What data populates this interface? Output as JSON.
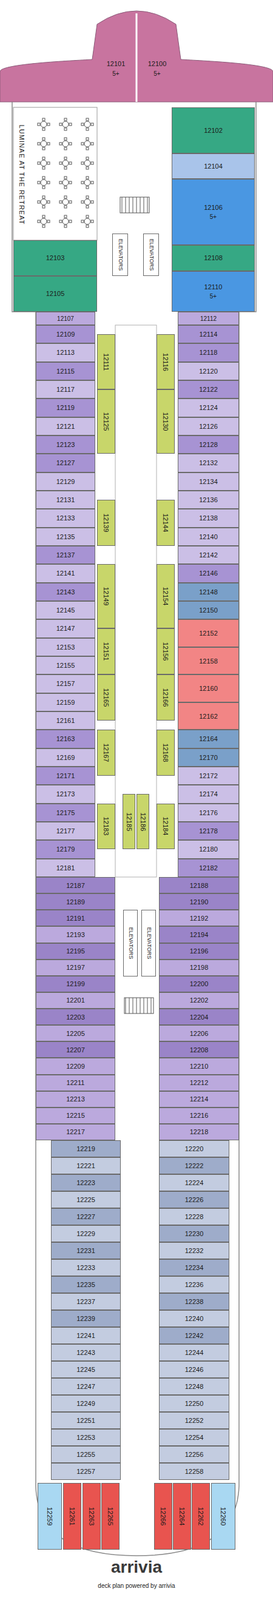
{
  "diagram": {
    "nodes": [
      {
        "text": [
          "12101",
          "5+"
        ]
      },
      {
        "text": [
          "12100",
          "5+"
        ]
      },
      {
        "text": [
          "12102"
        ]
      },
      {
        "text": [
          "12104"
        ]
      },
      {
        "text": [
          "12106",
          "5+"
        ]
      },
      {
        "text": [
          "12108"
        ]
      },
      {
        "text": [
          "12110",
          "5+"
        ]
      },
      {
        "text": [
          "12103"
        ]
      },
      {
        "text": [
          "12105"
        ]
      },
      {
        "text": [
          "ELEVATORS"
        ]
      },
      {
        "text": [
          "ELEVATORS"
        ]
      },
      {
        "text": [
          "12107"
        ]
      },
      {
        "text": [
          "12112"
        ]
      },
      {
        "text": [
          "12109"
        ]
      },
      {
        "text": [
          "12113"
        ]
      },
      {
        "text": [
          "12115"
        ]
      },
      {
        "text": [
          "12117"
        ]
      },
      {
        "text": [
          "12119"
        ]
      },
      {
        "text": [
          "12121"
        ]
      },
      {
        "text": [
          "12123"
        ]
      },
      {
        "text": [
          "12127"
        ]
      },
      {
        "text": [
          "12129"
        ]
      },
      {
        "text": [
          "12131"
        ]
      },
      {
        "text": [
          "12133"
        ]
      },
      {
        "text": [
          "12135"
        ]
      },
      {
        "text": [
          "12137"
        ]
      },
      {
        "text": [
          "12141"
        ]
      },
      {
        "text": [
          "12143"
        ]
      },
      {
        "text": [
          "12145"
        ]
      },
      {
        "text": [
          "12147"
        ]
      },
      {
        "text": [
          "12153"
        ]
      },
      {
        "text": [
          "12155"
        ]
      },
      {
        "text": [
          "12157"
        ]
      },
      {
        "text": [
          "12159"
        ]
      },
      {
        "text": [
          "12161"
        ]
      },
      {
        "text": [
          "12163"
        ]
      },
      {
        "text": [
          "12169"
        ]
      },
      {
        "text": [
          "12171"
        ]
      },
      {
        "text": [
          "12173"
        ]
      },
      {
        "text": [
          "12175"
        ]
      },
      {
        "text": [
          "12177"
        ]
      },
      {
        "text": [
          "12179"
        ]
      },
      {
        "text": [
          "12181"
        ]
      },
      {
        "text": [
          "12111"
        ]
      },
      {
        "text": [
          "12125"
        ]
      },
      {
        "text": [
          "12139"
        ]
      },
      {
        "text": [
          "12149"
        ]
      },
      {
        "text": [
          "12151"
        ]
      },
      {
        "text": [
          "12165"
        ]
      },
      {
        "text": [
          "12167"
        ]
      },
      {
        "text": [
          "12183"
        ]
      },
      {
        "text": [
          "12185"
        ]
      },
      {
        "text": [
          "12186"
        ]
      },
      {
        "text": [
          "12116"
        ]
      },
      {
        "text": [
          "12130"
        ]
      },
      {
        "text": [
          "12144"
        ]
      },
      {
        "text": [
          "12154"
        ]
      },
      {
        "text": [
          "12156"
        ]
      },
      {
        "text": [
          "12166"
        ]
      },
      {
        "text": [
          "12168"
        ]
      },
      {
        "text": [
          "12184"
        ]
      },
      {
        "text": [
          "12114"
        ]
      },
      {
        "text": [
          "12118"
        ]
      },
      {
        "text": [
          "12120"
        ]
      },
      {
        "text": [
          "12122"
        ]
      },
      {
        "text": [
          "12124"
        ]
      },
      {
        "text": [
          "12126"
        ]
      },
      {
        "text": [
          "12128"
        ]
      },
      {
        "text": [
          "12132"
        ]
      },
      {
        "text": [
          "12134"
        ]
      },
      {
        "text": [
          "12136"
        ]
      },
      {
        "text": [
          "12138"
        ]
      },
      {
        "text": [
          "12140"
        ]
      },
      {
        "text": [
          "12142"
        ]
      },
      {
        "text": [
          "12146"
        ]
      },
      {
        "text": [
          "12148"
        ]
      },
      {
        "text": [
          "12150"
        ]
      },
      {
        "text": [
          "12152"
        ]
      },
      {
        "text": [
          "12158"
        ]
      },
      {
        "text": [
          "12160"
        ]
      },
      {
        "text": [
          "12162"
        ]
      },
      {
        "text": [
          "12164"
        ]
      },
      {
        "text": [
          "12170"
        ]
      },
      {
        "text": [
          "12172"
        ]
      },
      {
        "text": [
          "12174"
        ]
      },
      {
        "text": [
          "12176"
        ]
      },
      {
        "text": [
          "12178"
        ]
      },
      {
        "text": [
          "12180"
        ]
      },
      {
        "text": [
          "12182"
        ]
      },
      {
        "text": [
          "ELEVATORS"
        ]
      },
      {
        "text": [
          "ELEVATORS"
        ]
      },
      {
        "text": [
          "12187"
        ]
      },
      {
        "text": [
          "12189"
        ]
      },
      {
        "text": [
          "12191"
        ]
      },
      {
        "text": [
          "12193"
        ]
      },
      {
        "text": [
          "12195"
        ]
      },
      {
        "text": [
          "12197"
        ]
      },
      {
        "text": [
          "12199"
        ]
      },
      {
        "text": [
          "12201"
        ]
      },
      {
        "text": [
          "12203"
        ]
      },
      {
        "text": [
          "12205"
        ]
      },
      {
        "text": [
          "12207"
        ]
      },
      {
        "text": [
          "12209"
        ]
      },
      {
        "text": [
          "12211"
        ]
      },
      {
        "text": [
          "12213"
        ]
      },
      {
        "text": [
          "12215"
        ]
      },
      {
        "text": [
          "12217"
        ]
      },
      {
        "text": [
          "12188"
        ]
      },
      {
        "text": [
          "12190"
        ]
      },
      {
        "text": [
          "12192"
        ]
      },
      {
        "text": [
          "12194"
        ]
      },
      {
        "text": [
          "12196"
        ]
      },
      {
        "text": [
          "12198"
        ]
      },
      {
        "text": [
          "12200"
        ]
      },
      {
        "text": [
          "12202"
        ]
      },
      {
        "text": [
          "12204"
        ]
      },
      {
        "text": [
          "12206"
        ]
      },
      {
        "text": [
          "12208"
        ]
      },
      {
        "text": [
          "12210"
        ]
      },
      {
        "text": [
          "12212"
        ]
      },
      {
        "text": [
          "12214"
        ]
      },
      {
        "text": [
          "12216"
        ]
      },
      {
        "text": [
          "12218"
        ]
      },
      {
        "text": [
          "12219"
        ]
      },
      {
        "text": [
          "12221"
        ]
      },
      {
        "text": [
          "12223"
        ]
      },
      {
        "text": [
          "12225"
        ]
      },
      {
        "text": [
          "12227"
        ]
      },
      {
        "text": [
          "12229"
        ]
      },
      {
        "text": [
          "12231"
        ]
      },
      {
        "text": [
          "12233"
        ]
      },
      {
        "text": [
          "12235"
        ]
      },
      {
        "text": [
          "12237"
        ]
      },
      {
        "text": [
          "12239"
        ]
      },
      {
        "text": [
          "12241"
        ]
      },
      {
        "text": [
          "12243"
        ]
      },
      {
        "text": [
          "12245"
        ]
      },
      {
        "text": [
          "12247"
        ]
      },
      {
        "text": [
          "12249"
        ]
      },
      {
        "text": [
          "12251"
        ]
      },
      {
        "text": [
          "12253"
        ]
      },
      {
        "text": [
          "12255"
        ]
      },
      {
        "text": [
          "12257"
        ]
      },
      {
        "text": [
          "12220"
        ]
      },
      {
        "text": [
          "12222"
        ]
      },
      {
        "text": [
          "12224"
        ]
      },
      {
        "text": [
          "12226"
        ]
      },
      {
        "text": [
          "12228"
        ]
      },
      {
        "text": [
          "12230"
        ]
      },
      {
        "text": [
          "12232"
        ]
      },
      {
        "text": [
          "12234"
        ]
      },
      {
        "text": [
          "12236"
        ]
      },
      {
        "text": [
          "12238"
        ]
      },
      {
        "text": [
          "12240"
        ]
      },
      {
        "text": [
          "12242"
        ]
      },
      {
        "text": [
          "12244"
        ]
      },
      {
        "text": [
          "12246"
        ]
      },
      {
        "text": [
          "12248"
        ]
      },
      {
        "text": [
          "12250"
        ]
      },
      {
        "text": [
          "12252"
        ]
      },
      {
        "text": [
          "12254"
        ]
      },
      {
        "text": [
          "12256"
        ]
      },
      {
        "text": [
          "12258"
        ]
      },
      {
        "text": [
          "12259"
        ]
      },
      {
        "text": [
          "12261"
        ]
      },
      {
        "text": [
          "12263"
        ]
      },
      {
        "text": [
          "12265"
        ]
      },
      {
        "text": [
          "12266"
        ]
      },
      {
        "text": [
          "12264"
        ]
      },
      {
        "text": [
          "12262"
        ]
      },
      {
        "text": [
          "12260"
        ]
      }
    ],
    "labels": [
      "LUMINAE AT THE RETREAT",
      "arrivia",
      "deck plan powered by arrivia"
    ]
  }
}
